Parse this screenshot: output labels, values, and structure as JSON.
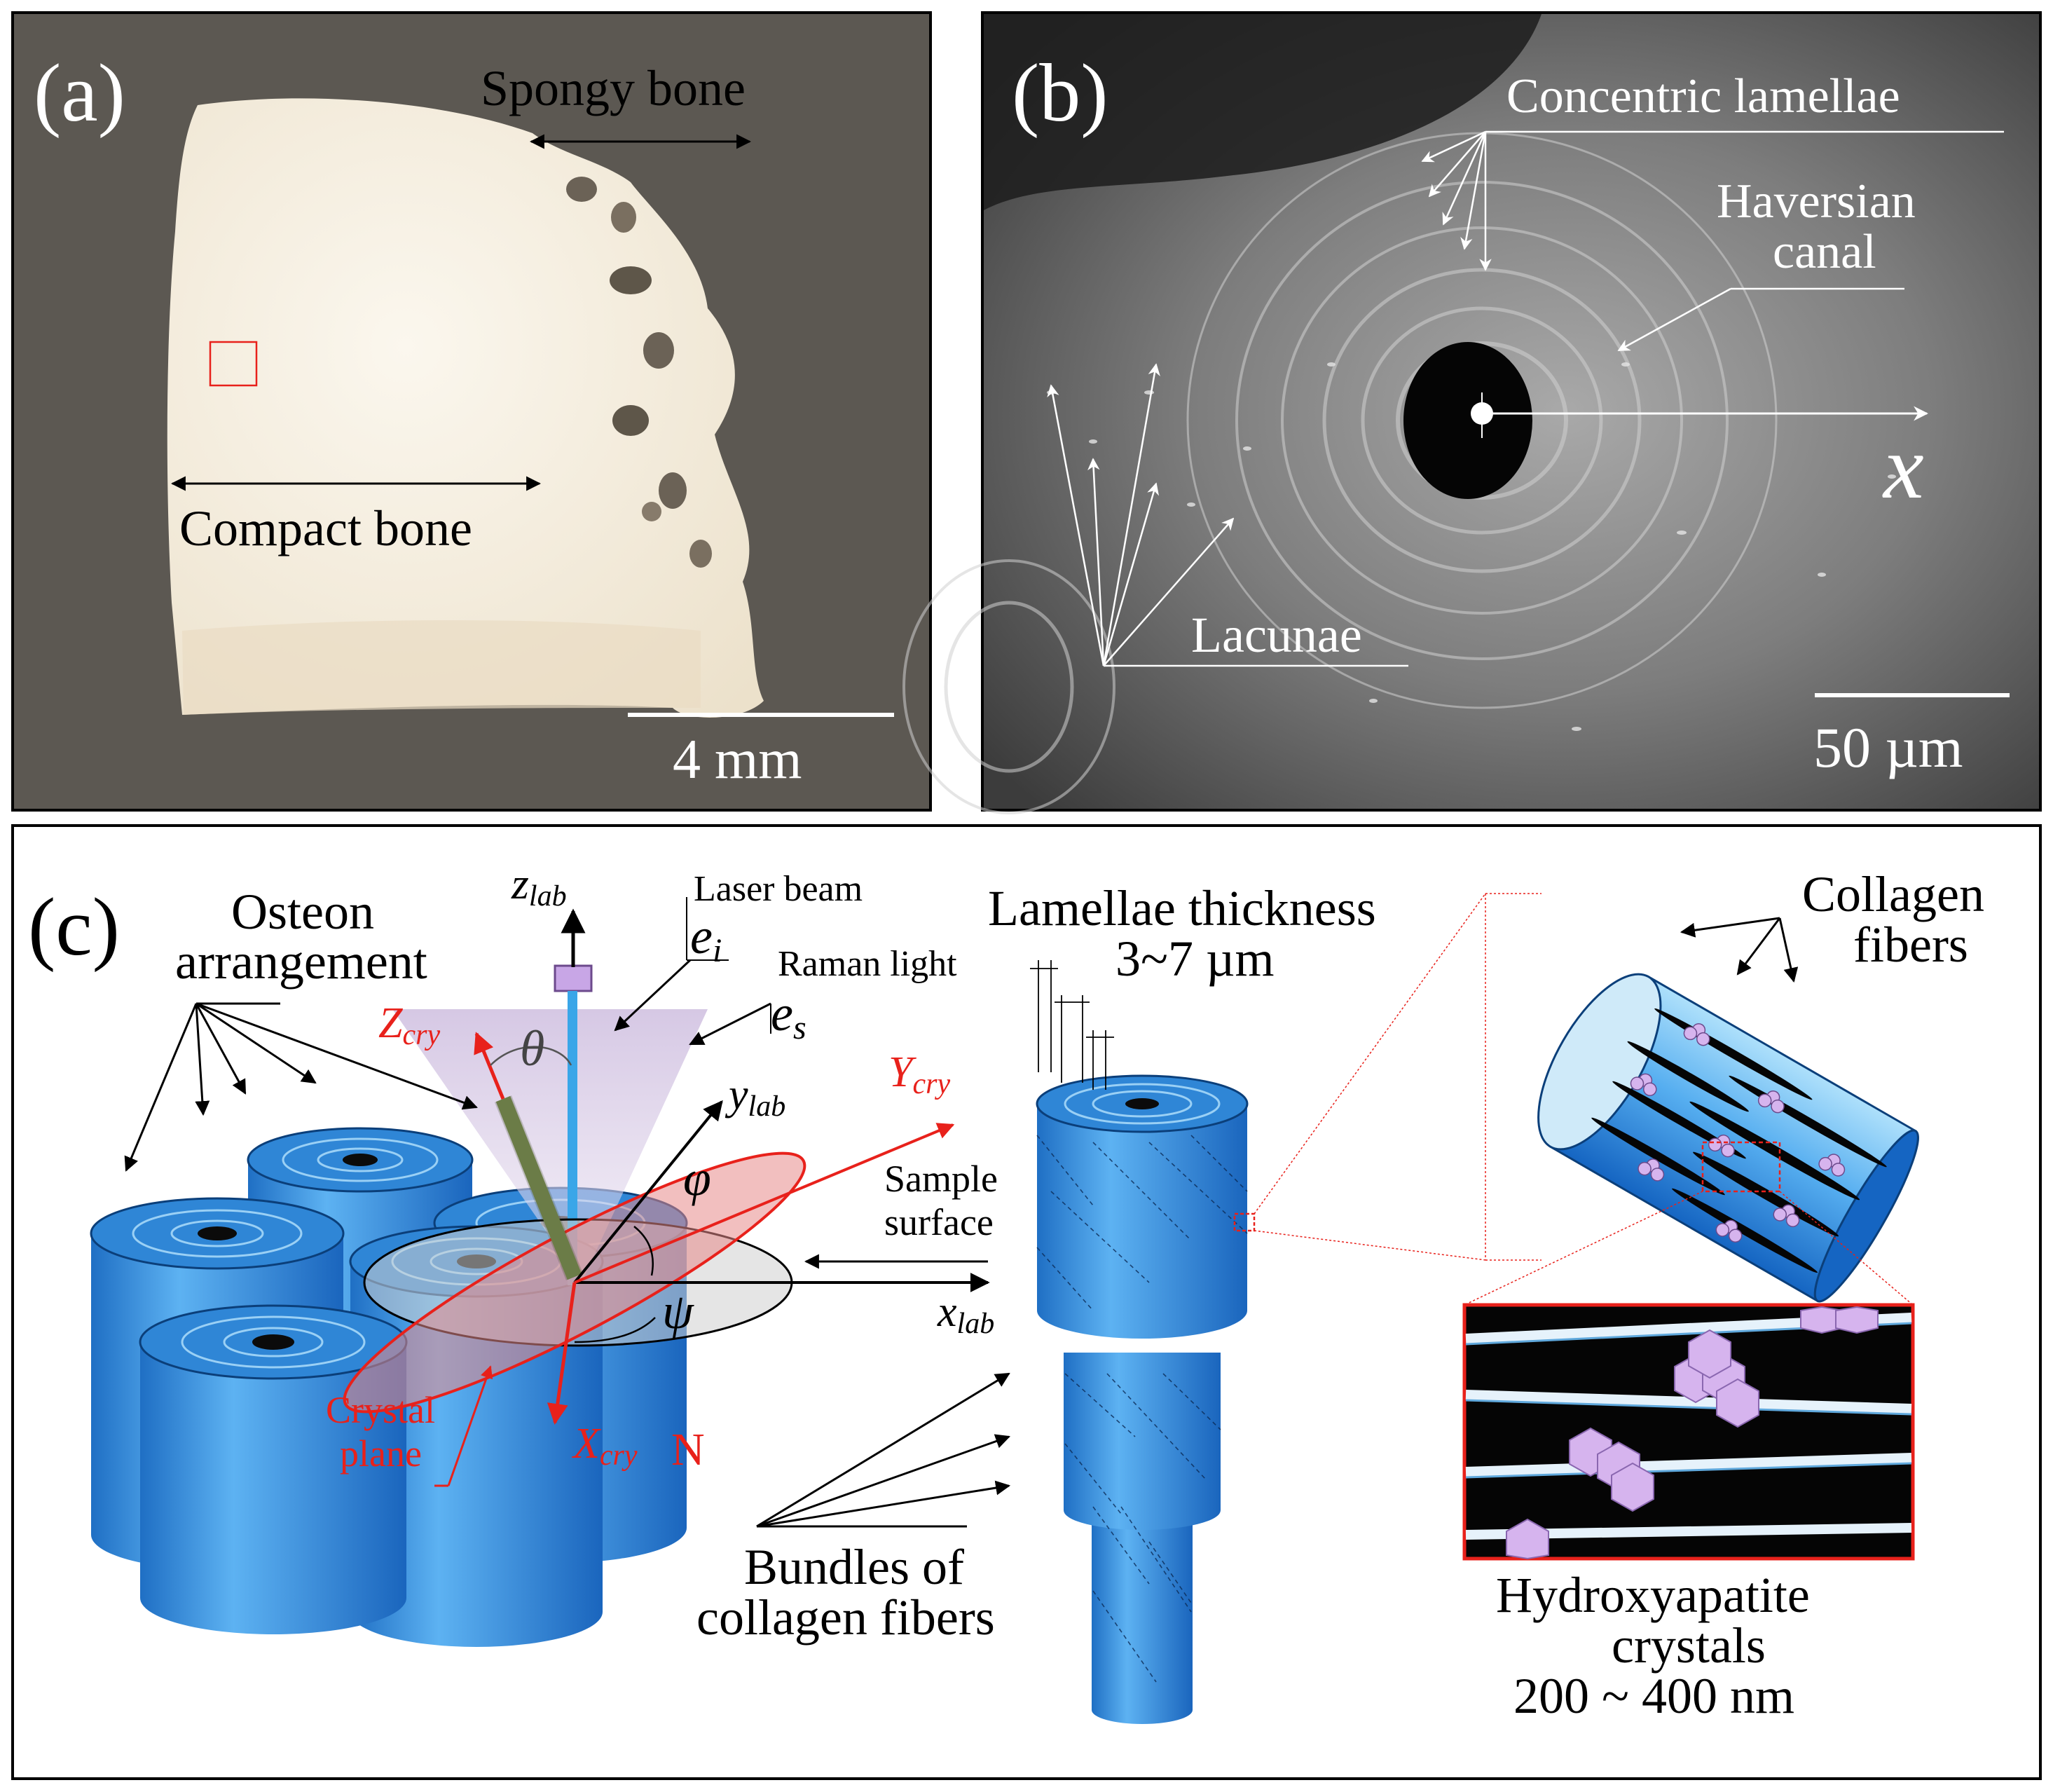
{
  "panel_a": {
    "tag": "(a)",
    "spongy_bone": "Spongy bone",
    "compact_bone": "Compact bone",
    "scale_bar": "4 mm"
  },
  "panel_b": {
    "tag": "(b)",
    "concentric_lamellae": "Concentric lamellae",
    "haversian_line1": "Haversian",
    "haversian_line2": "canal",
    "lacunae": "Lacunae",
    "x_axis": "x",
    "scale_bar": "50 µm"
  },
  "panel_c": {
    "tag": "(c)",
    "osteon_line1": "Osteon",
    "osteon_line2": "arrangement",
    "z_lab": "z",
    "z_lab_sub": "lab",
    "laser_beam": "Laser beam",
    "e_i": "e",
    "e_i_sub": "i",
    "raman_light": "Raman light",
    "e_s": "e",
    "e_s_sub": "s",
    "theta": "θ",
    "z_cry": "Z",
    "z_cry_sub": "cry",
    "y_lab": "y",
    "y_lab_sub": "lab",
    "y_cry": "Y",
    "y_cry_sub": "cry",
    "phi": "φ",
    "psi": "ψ",
    "sample_line1": "Sample",
    "sample_line2": "surface",
    "x_lab": "x",
    "x_lab_sub": "lab",
    "crystal_line1": "Crystal",
    "crystal_line2": "plane",
    "x_cry": "X",
    "x_cry_sub": "cry",
    "n_label": "N",
    "lamellae_line1": "Lamellae thickness",
    "lamellae_line2": "3~7 µm",
    "bundles_line1": "Bundles of",
    "bundles_line2": "collagen fibers",
    "collagen_line1": "Collagen",
    "collagen_line2": "fibers",
    "hydroxy_line1": "Hydroxyapatite",
    "hydroxy_line2": "crystals",
    "hydroxy_line3": "200 ~ 400 nm"
  },
  "colors": {
    "annotation_red": "#e8211b",
    "cylinder_blue": "#2f86d6",
    "crystal_violet": "#d6b4ee",
    "photo_background": "#5c5852",
    "bone_white": "#f7f1e4"
  }
}
